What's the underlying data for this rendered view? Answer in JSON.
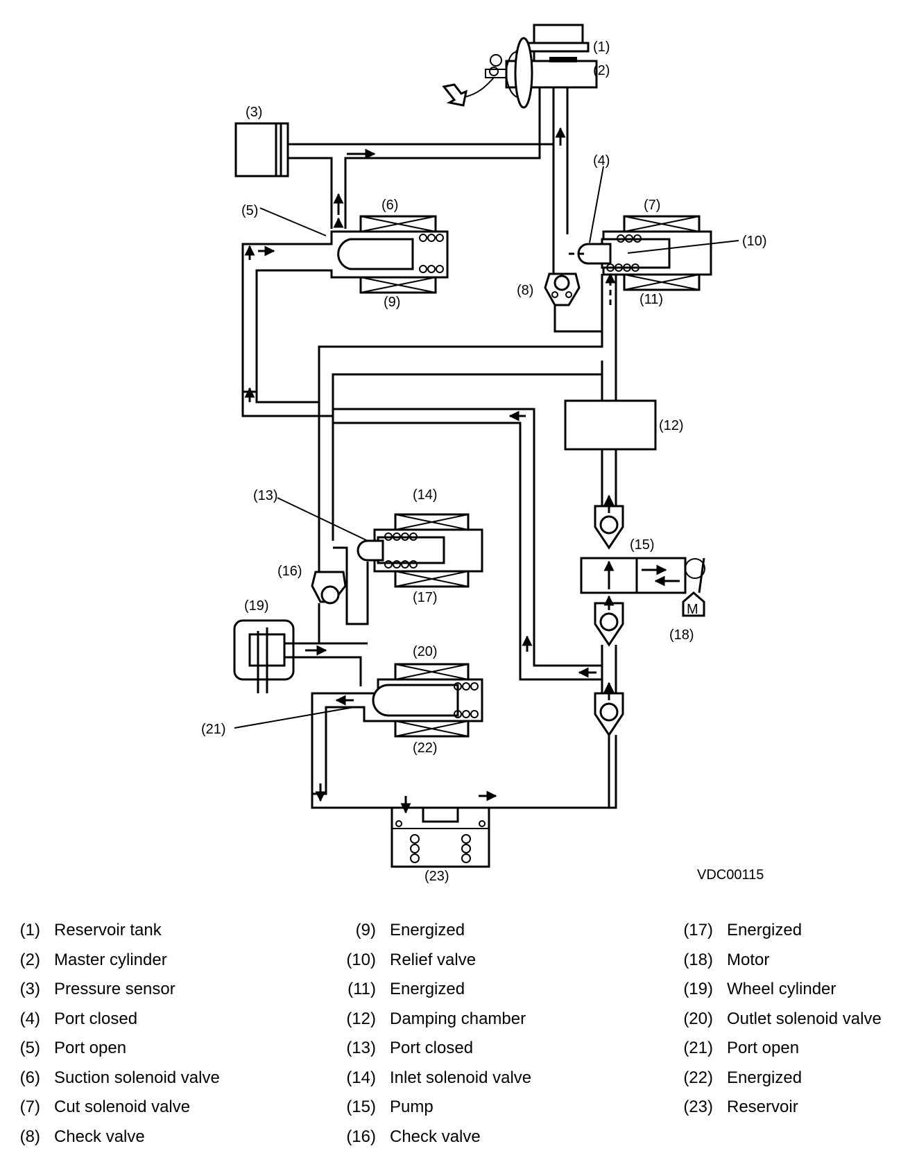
{
  "figure_code": "VDC00115",
  "callouts": [
    "(1)",
    "(2)",
    "(3)",
    "(4)",
    "(5)",
    "(6)",
    "(7)",
    "(8)",
    "(9)",
    "(10)",
    "(11)",
    "(12)",
    "(13)",
    "(14)",
    "(15)",
    "(16)",
    "(17)",
    "(18)",
    "(19)",
    "(20)",
    "(21)",
    "(22)",
    "(23)"
  ],
  "motor_letter": "M",
  "legend": {
    "col1": [
      {
        "num": "(1)",
        "label": "Reservoir tank"
      },
      {
        "num": "(2)",
        "label": "Master cylinder"
      },
      {
        "num": "(3)",
        "label": "Pressure sensor"
      },
      {
        "num": "(4)",
        "label": "Port closed"
      },
      {
        "num": "(5)",
        "label": "Port open"
      },
      {
        "num": "(6)",
        "label": "Suction solenoid valve"
      },
      {
        "num": "(7)",
        "label": "Cut solenoid valve"
      },
      {
        "num": "(8)",
        "label": "Check valve"
      }
    ],
    "col2": [
      {
        "num": "(9)",
        "label": "Energized"
      },
      {
        "num": "(10)",
        "label": "Relief valve"
      },
      {
        "num": "(11)",
        "label": "Energized"
      },
      {
        "num": "(12)",
        "label": "Damping chamber"
      },
      {
        "num": "(13)",
        "label": "Port closed"
      },
      {
        "num": "(14)",
        "label": "Inlet solenoid valve"
      },
      {
        "num": "(15)",
        "label": "Pump"
      },
      {
        "num": "(16)",
        "label": "Check valve"
      }
    ],
    "col3": [
      {
        "num": "(17)",
        "label": "Energized"
      },
      {
        "num": "(18)",
        "label": "Motor"
      },
      {
        "num": "(19)",
        "label": "Wheel cylinder"
      },
      {
        "num": "(20)",
        "label": "Outlet solenoid valve"
      },
      {
        "num": "(21)",
        "label": "Port open"
      },
      {
        "num": "(22)",
        "label": "Energized"
      },
      {
        "num": "(23)",
        "label": "Reservoir"
      }
    ]
  }
}
